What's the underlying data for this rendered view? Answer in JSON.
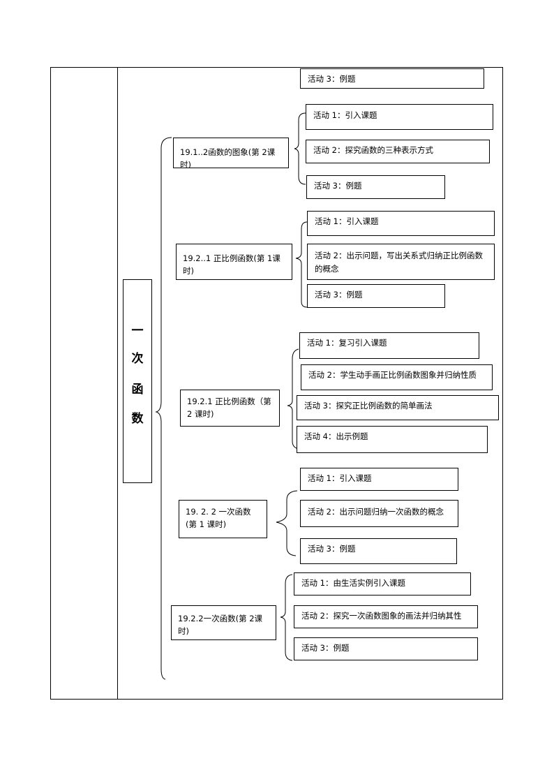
{
  "chapter": {
    "title_chars": [
      "一",
      "次",
      "函",
      "数"
    ]
  },
  "top_activity": "活动 3：例题",
  "lessons": [
    {
      "title": "19.1..2函数的图象(第 2课时)",
      "activities": [
        "活动 1：引入课题",
        "活动 2：探究函数的三种表示方式",
        "活动 3：例题"
      ]
    },
    {
      "title": "19.2..1 正比例函数(第 1课时)",
      "activities": [
        "活动 1：引入课题",
        "活动 2：出示问题，写出关系式归纳正比例函数的概念",
        "活动 3：例题"
      ]
    },
    {
      "title": "19.2.1 正比例函数（第 2 课时)",
      "activities": [
        "活动 1：复习引入课题",
        "活动 2：学生动手画正比例函数图象并归纳性质",
        "活动 3：探究正比例函数的简单画法",
        "活动 4：出示例题"
      ]
    },
    {
      "title": "19. 2. 2 一次函数(第 1 课时)",
      "activities": [
        "活动 1：引入课题",
        "活动 2：出示问题归纳一次函数的概念",
        "活动 3：例题"
      ]
    },
    {
      "title": "19.2.2一次函数(第 2课时)",
      "activities": [
        "活动 1：由生活实例引入课题",
        "活动 2：探究一次函数图象的画法并归纳其性",
        "活动 3：例题"
      ]
    }
  ]
}
